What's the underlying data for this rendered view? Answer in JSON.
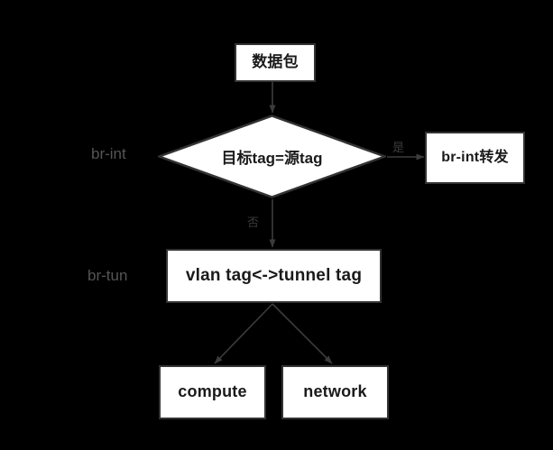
{
  "diagram": {
    "type": "flowchart",
    "title_visible": false,
    "background_color": "#000000",
    "node_fill_color": "#ffffff",
    "node_border_color": "#333333",
    "node_text_color": "#1a1a1a",
    "connector_color": "#3c3c3c",
    "side_label_color": "#555555",
    "nodes": [
      {
        "id": "packet",
        "label": "数据包",
        "shape": "rectangle"
      },
      {
        "id": "decision",
        "label": "目标tag=源tag",
        "shape": "diamond"
      },
      {
        "id": "brint_fwd",
        "label": "br-int转发",
        "shape": "rectangle"
      },
      {
        "id": "vlan_tunnel",
        "label": "vlan tag<->tunnel tag",
        "shape": "rectangle"
      },
      {
        "id": "compute",
        "label": "compute",
        "shape": "rectangle"
      },
      {
        "id": "network",
        "label": "network",
        "shape": "rectangle"
      }
    ],
    "edges": [
      {
        "from": "packet",
        "to": "decision",
        "label": ""
      },
      {
        "from": "decision",
        "to": "brint_fwd",
        "label": "是"
      },
      {
        "from": "decision",
        "to": "vlan_tunnel",
        "label": "否"
      },
      {
        "from": "vlan_tunnel",
        "to": "compute",
        "label": ""
      },
      {
        "from": "vlan_tunnel",
        "to": "network",
        "label": ""
      }
    ],
    "side_labels": [
      {
        "id": "br_int",
        "text": "br-int",
        "attached_to": "decision"
      },
      {
        "id": "br_tun",
        "text": "br-tun",
        "attached_to": "vlan_tunnel"
      }
    ]
  }
}
